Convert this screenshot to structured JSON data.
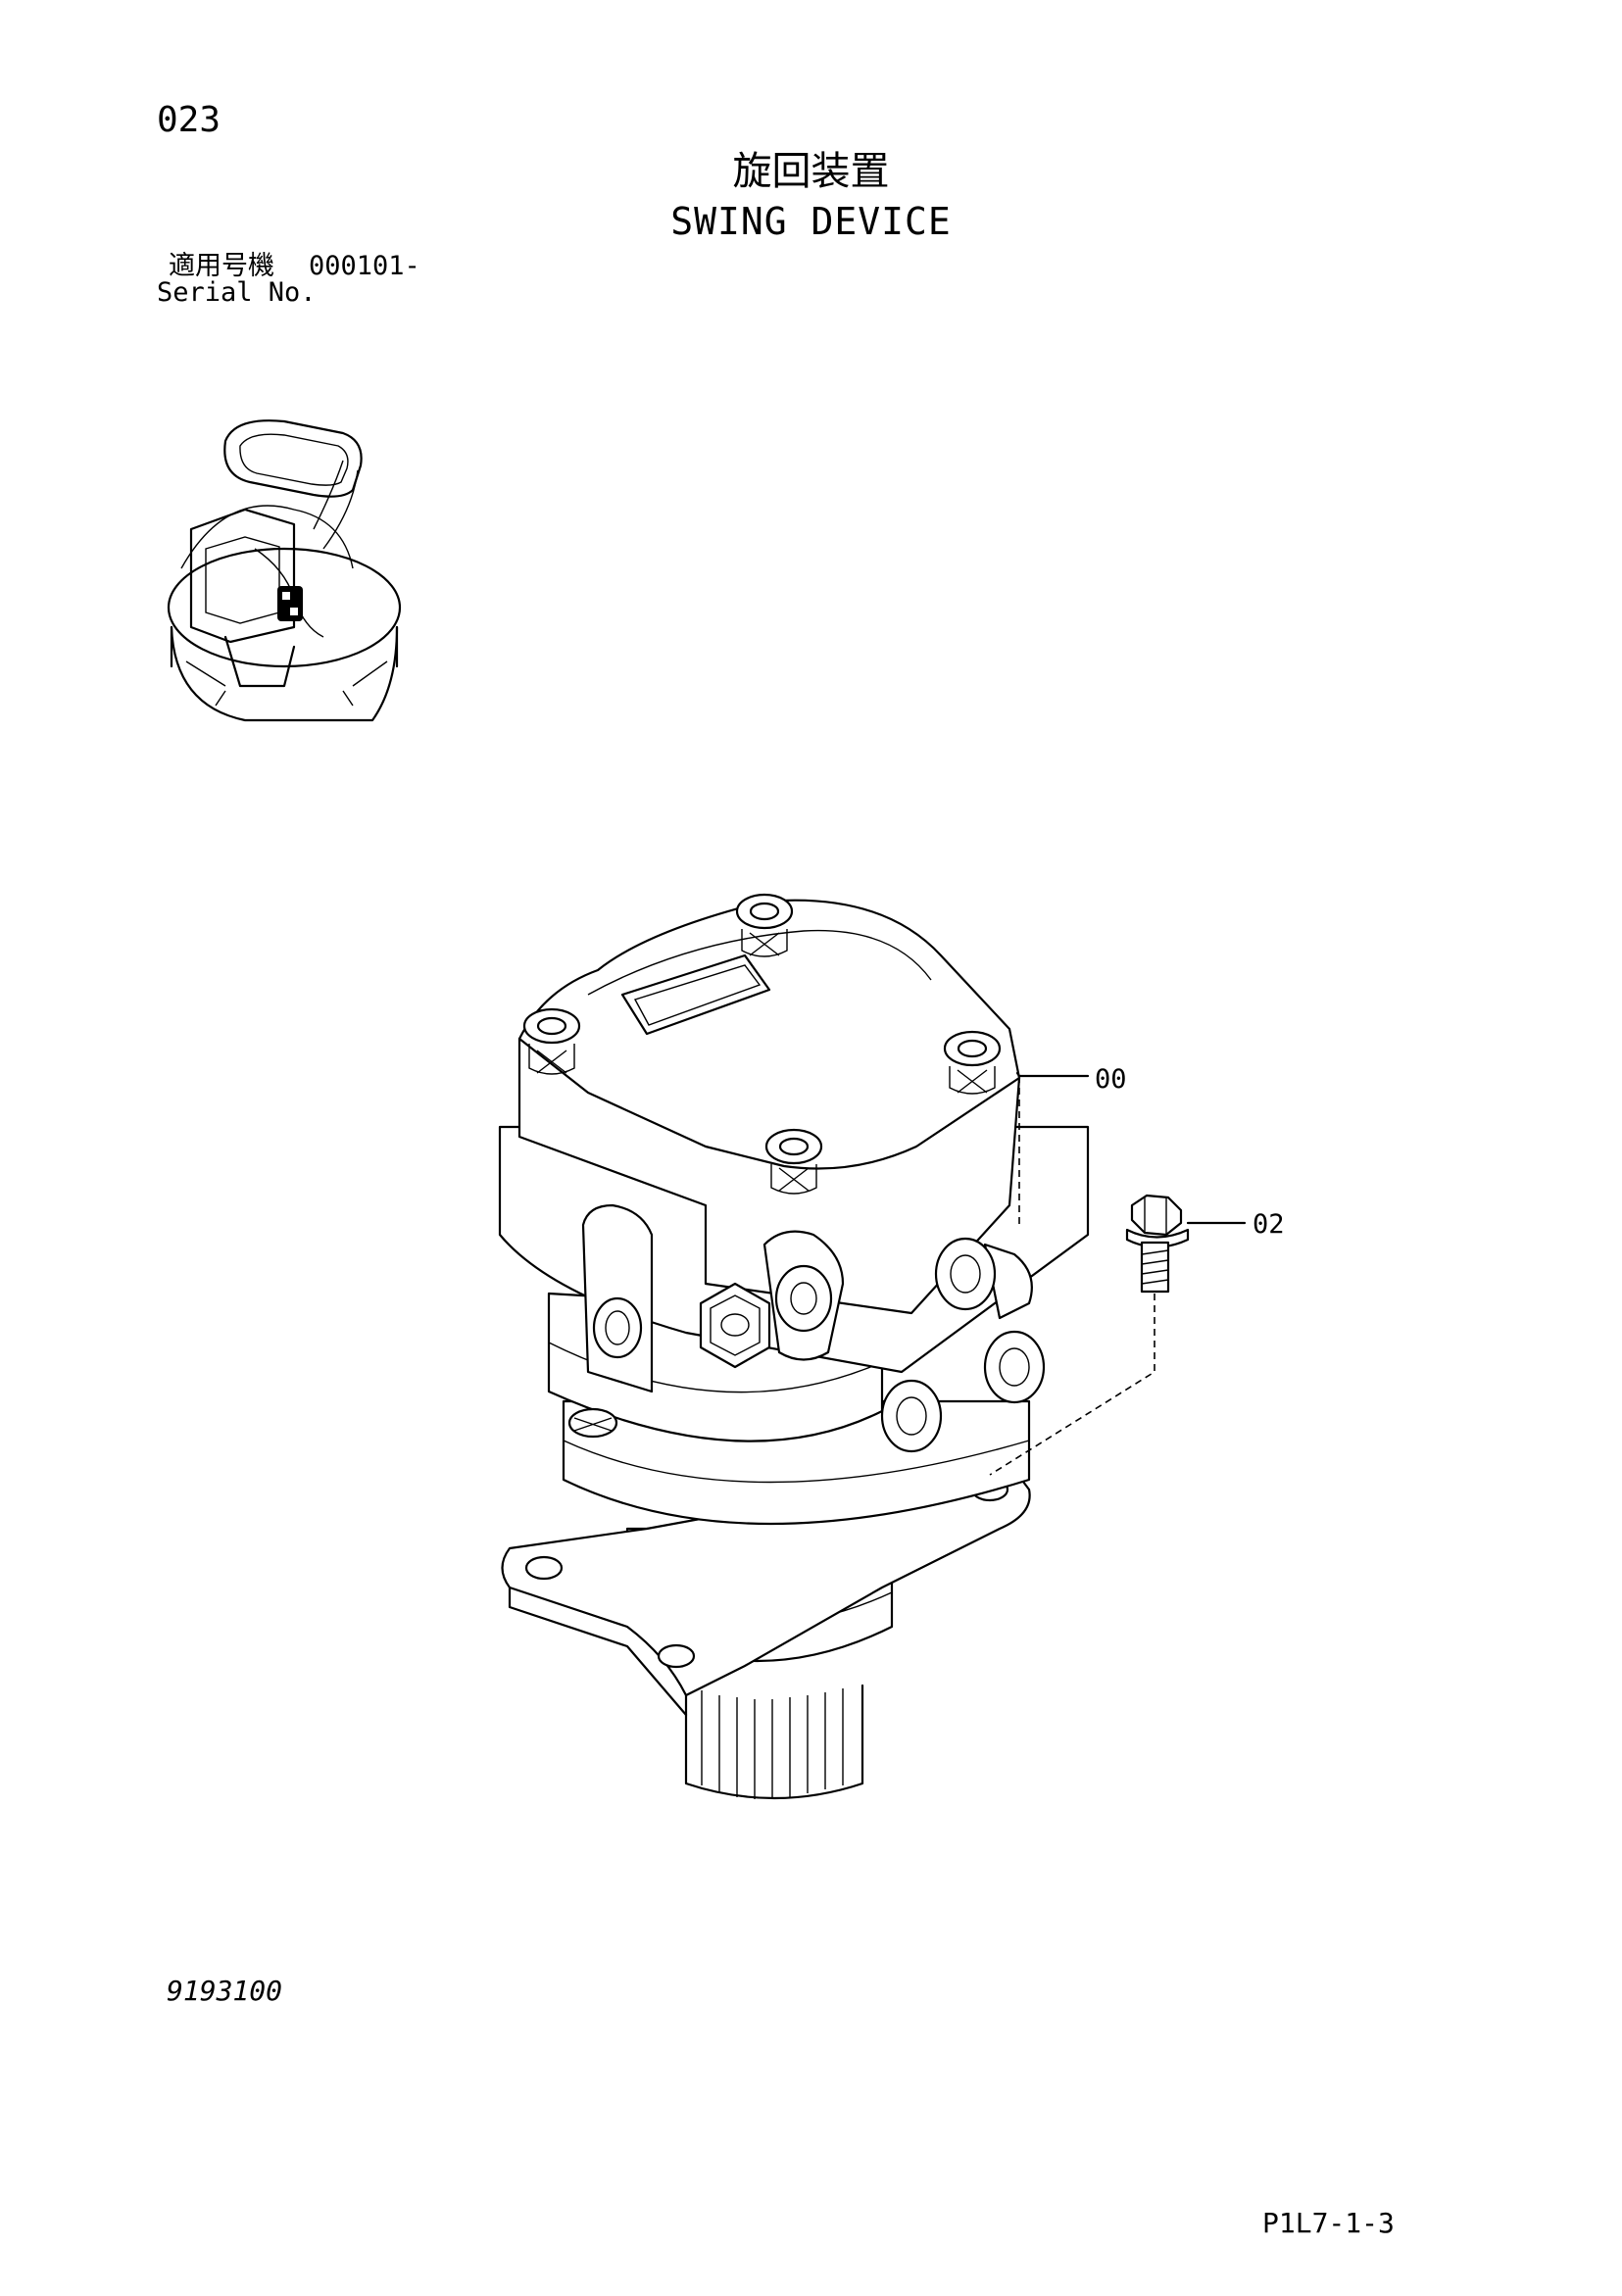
{
  "header": {
    "page_number": "023",
    "title_jp": "旋回装置",
    "title_en": "SWING DEVICE",
    "serial_label_jp": "適用号機",
    "serial_value": "000101-",
    "serial_label_en": "Serial No."
  },
  "callouts": [
    {
      "label": "00"
    },
    {
      "label": "02"
    }
  ],
  "footer": {
    "drawing_number": "9193100",
    "sheet_number": "P1L7-1-3"
  }
}
